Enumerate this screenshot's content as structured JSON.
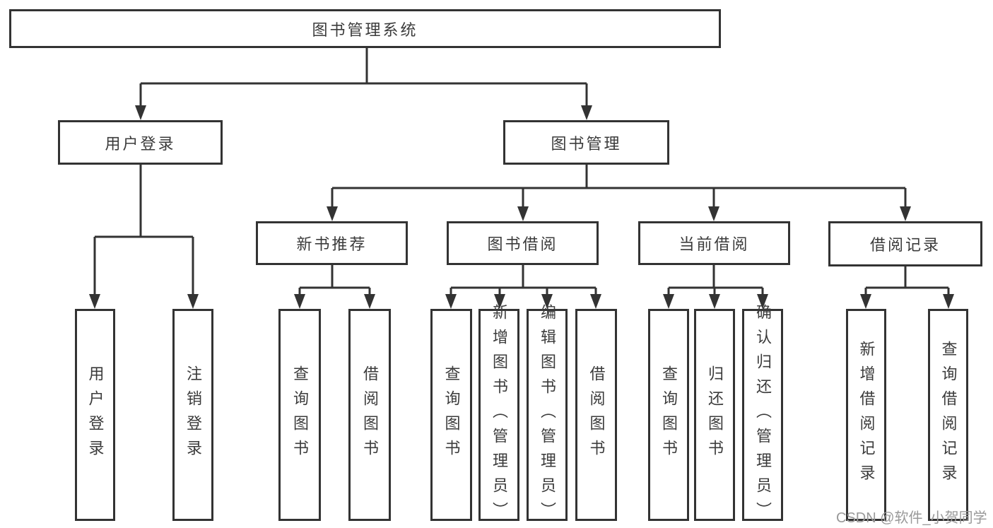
{
  "tree": {
    "root": {
      "label": "图书管理系统"
    },
    "level2": [
      {
        "label": "用户登录"
      },
      {
        "label": "图书管理"
      }
    ],
    "level3": [
      {
        "label": "新书推荐"
      },
      {
        "label": "图书借阅"
      },
      {
        "label": "当前借阅"
      },
      {
        "label": "借阅记录"
      }
    ],
    "leafGroups": [
      {
        "parent": "用户登录",
        "children": [
          {
            "label": "用户登录"
          },
          {
            "label": "注销登录"
          }
        ]
      },
      {
        "parent": "新书推荐",
        "children": [
          {
            "label": "查询图书"
          },
          {
            "label": "借阅图书"
          }
        ]
      },
      {
        "parent": "图书借阅",
        "children": [
          {
            "label": "查询图书"
          },
          {
            "label": "新增图书（管理员）"
          },
          {
            "label": "编辑图书（管理员）"
          },
          {
            "label": "借阅图书"
          }
        ]
      },
      {
        "parent": "当前借阅",
        "children": [
          {
            "label": "查询图书"
          },
          {
            "label": "归还图书"
          },
          {
            "label": "确认归还（管理员）"
          }
        ]
      },
      {
        "parent": "借阅记录",
        "children": [
          {
            "label": "新增借阅记录"
          },
          {
            "label": "查询借阅记录"
          }
        ]
      }
    ]
  },
  "watermark": "CSDN @软件_小贺同学",
  "colors": {
    "line": "#333333",
    "text": "#3b3b3b",
    "watermark": "#999999",
    "background": "#ffffff"
  }
}
